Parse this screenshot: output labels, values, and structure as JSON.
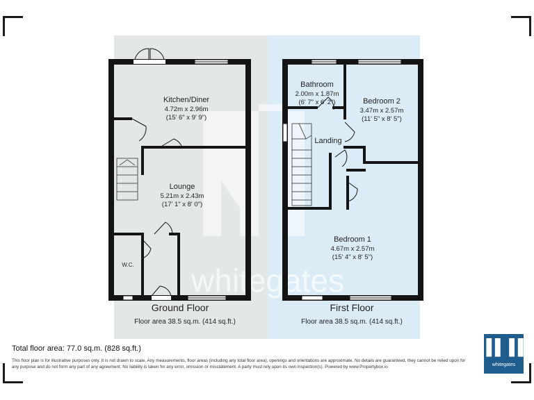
{
  "total_area": "Total floor area: 77.0 sq.m. (828 sq.ft.)",
  "disclaimer": "This floor plan is for illustrative purposes only. It is not drawn to scale. Any measurements, floor areas (including any total floor area), openings and orientations are approximate. No details are guaranteed, they cannot be relied upon for any purpose and do not form any part of any agreement. No liability is taken for any error, omission or misstatement. A party must rely upon its own inspection(s). Powered by www.Propertybox.io",
  "watermark": "whitegates",
  "logo_text": "whitegates",
  "ground_floor": {
    "title": "Ground Floor",
    "area": "Floor area 38.5 sq.m. (414 sq.ft.)",
    "rooms": {
      "kitchen": {
        "name": "Kitchen/Diner",
        "metric": "4.72m x 2.96m",
        "imperial": "(15' 6\" x 9' 9\")"
      },
      "lounge": {
        "name": "Lounge",
        "metric": "5.21m x 2.43m",
        "imperial": "(17' 1\" x 8' 0\")"
      },
      "wc": {
        "name": "W.C."
      }
    }
  },
  "first_floor": {
    "title": "First Floor",
    "area": "Floor area 38.5 sq.m. (414 sq.ft.)",
    "rooms": {
      "bathroom": {
        "name": "Bathroom",
        "metric": "2.00m x 1.87m",
        "imperial": "(6' 7\" x 6' 2\")"
      },
      "bedroom2": {
        "name": "Bedroom 2",
        "metric": "3.47m x 2.57m",
        "imperial": "(11' 5\" x 8' 5\")"
      },
      "landing": {
        "name": "Landing"
      },
      "bedroom1": {
        "name": "Bedroom 1",
        "metric": "4.67m x 2.57m",
        "imperial": "(15' 4\" x 8' 5\")"
      }
    }
  },
  "colors": {
    "ground_bg": "#e4e7e8",
    "first_bg": "#dcecf6",
    "wall": "#141414",
    "brand": "#1f5d8e"
  }
}
